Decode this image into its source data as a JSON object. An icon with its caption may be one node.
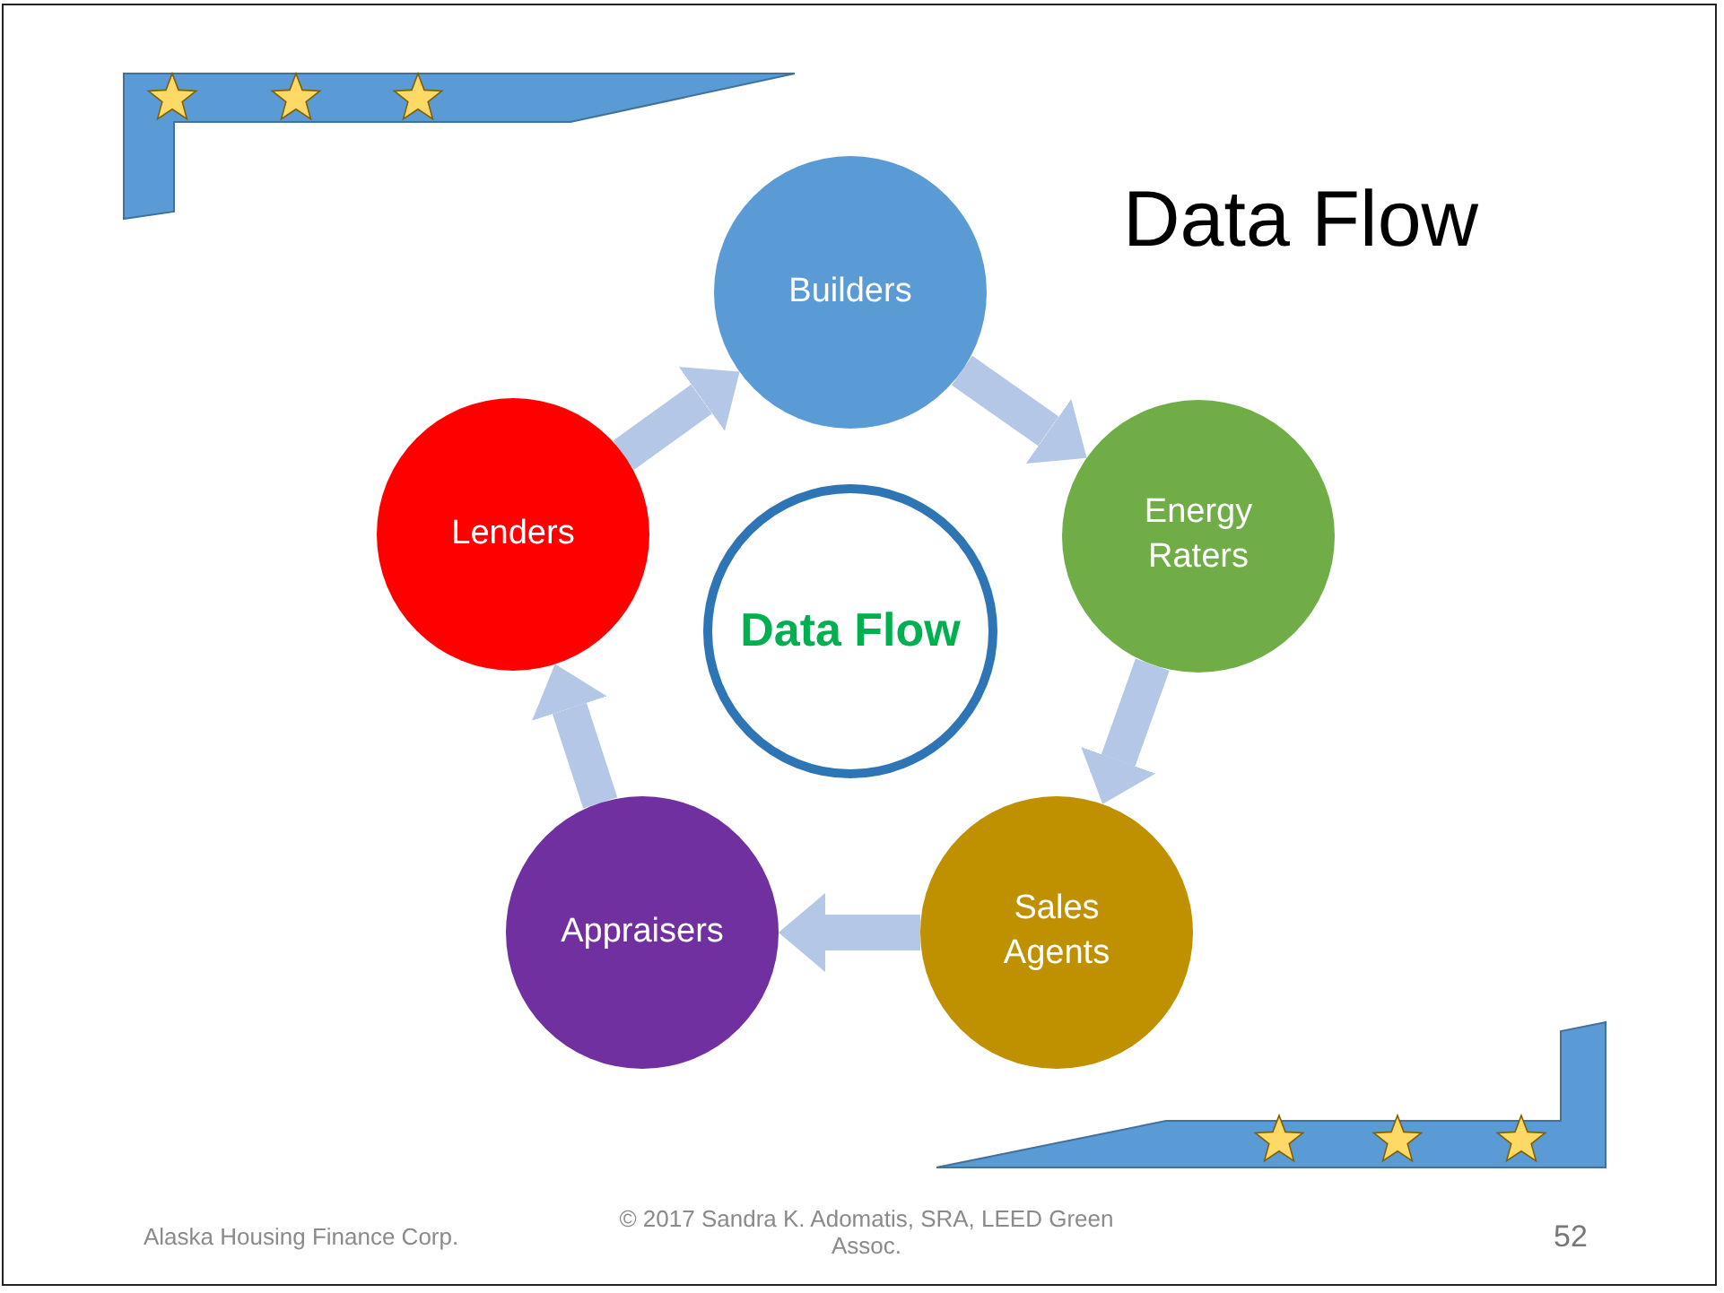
{
  "diagram": {
    "title": "Data Flow",
    "nodes": [
      {
        "text": [
          "Builders"
        ]
      },
      {
        "text": [
          "Energy Raters"
        ]
      },
      {
        "text": [
          "Sales Agents"
        ]
      },
      {
        "text": [
          "Appraisers"
        ]
      },
      {
        "text": [
          "Lenders"
        ]
      },
      {
        "text": [
          "Data Flow"
        ]
      }
    ],
    "edges": [
      {
        "from": 0,
        "to": 1,
        "arrow": "to"
      },
      {
        "from": 1,
        "to": 2,
        "arrow": "to"
      },
      {
        "from": 2,
        "to": 3,
        "arrow": "to"
      },
      {
        "from": 3,
        "to": 4,
        "arrow": "to"
      },
      {
        "from": 4,
        "to": 0,
        "arrow": "to"
      }
    ],
    "labels": [
      "Alaska Housing Finance Corp.",
      "© 2017 Sandra K. Adomatis, SRA, LEED Green Assoc.",
      "52"
    ]
  }
}
